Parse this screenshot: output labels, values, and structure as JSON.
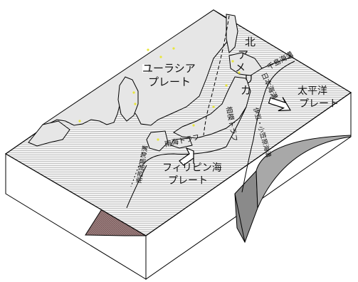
{
  "labels": {
    "eurasia_l1": "ユーラシア",
    "eurasia_l2": "プレート",
    "north_america": [
      "北",
      "ア",
      "メ",
      "リ",
      "カ"
    ],
    "pacific_l1": "太平洋",
    "pacific_l2": "プレート",
    "philippine_l1": "フィリピン海",
    "philippine_l2": "プレート",
    "japan_trench": "日本海溝",
    "chishima_trench": "千島海溝",
    "izu_bonin_trench": "伊豆・小笠原海溝",
    "sagami_trough": "相模トラフ",
    "nankai_trough": "南海トラフ",
    "ryukyu_trench": "南西諸島海溝"
  },
  "colors": {
    "plate_surface": "#eeeeee",
    "land": "#e6e6e6",
    "sea_texture": "#c8c8c8",
    "block_side": "#ffffff",
    "slab": "#8a6f6f",
    "volcano_dot": "#e8e63a",
    "outline": "#000000"
  },
  "icons": {
    "arrow": "plate-motion-arrow"
  }
}
